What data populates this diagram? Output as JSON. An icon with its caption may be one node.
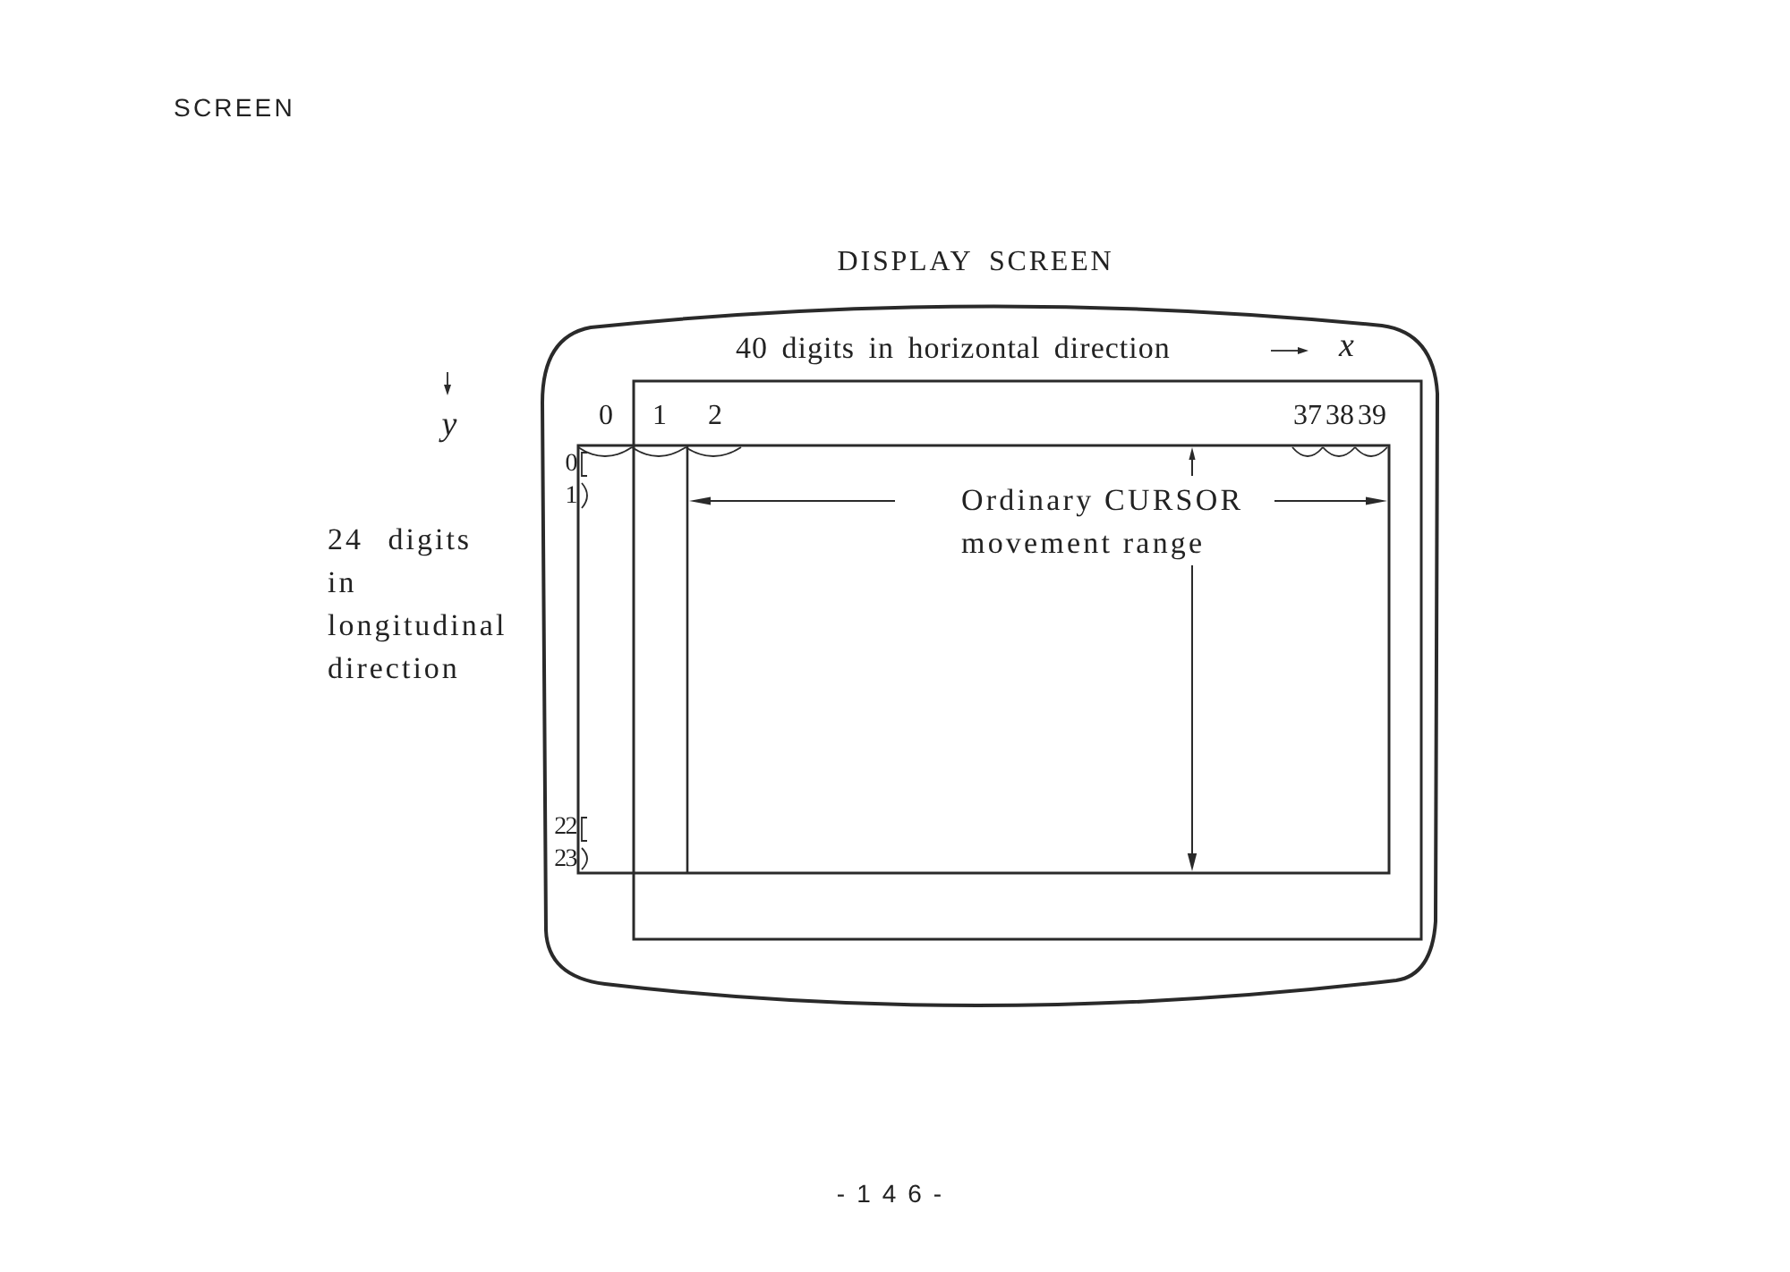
{
  "diagram": {
    "title": "SCREEN",
    "labels": [
      "DISPLAY SCREEN",
      "40 digits in horizontal direction",
      "x",
      "y",
      "0",
      "1",
      "2",
      "37",
      "38",
      "39",
      "0",
      "1",
      "24 digits in longitudinal direction",
      "Ordinary CURSOR movement range",
      "22",
      "23",
      "-146-"
    ]
  }
}
